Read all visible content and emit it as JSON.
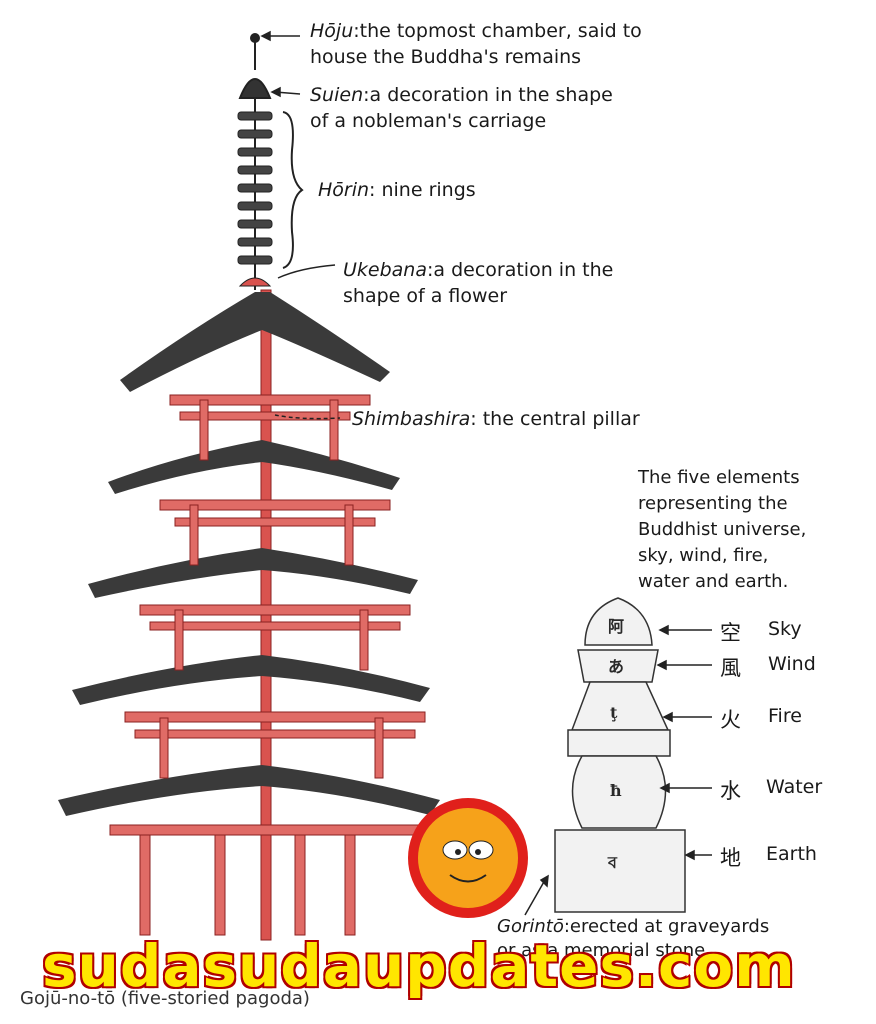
{
  "labels": {
    "hoju": {
      "term": "Hōju",
      "desc_1": ":the  topmost chamber, said to",
      "desc_2": "house the Buddha's remains"
    },
    "suien": {
      "term": "Suien",
      "desc_1": ":a decoration  in the shape",
      "desc_2": "of a nobleman's carriage"
    },
    "horin": {
      "term": "Hōrin",
      "desc_1": ": nine rings"
    },
    "ukebana": {
      "term": "Ukebana",
      "desc_1": ":a decoration  in the",
      "desc_2": "shape of a flower"
    },
    "shimbashira": {
      "term": "Shimbashira",
      "desc_1": ": the  central pillar"
    }
  },
  "five_elements_intro": [
    "The five elements",
    "representing the",
    "Buddhist universe,",
    "sky, wind, fire,",
    "water and earth."
  ],
  "elements": [
    {
      "kanji": "空",
      "name": "Sky"
    },
    {
      "kanji": "風",
      "name": "Wind"
    },
    {
      "kanji": "火",
      "name": "Fire"
    },
    {
      "kanji": "水",
      "name": "Water"
    },
    {
      "kanji": "地",
      "name": "Earth"
    }
  ],
  "gorinto": {
    "term": "Gorintō",
    "desc_1": ":erected   at graveyards",
    "desc_2": "or as a memorial stone"
  },
  "bottom_caption": "Gojū-no-tō (five-storied pagoda)",
  "watermark": "sudasudaupdates.com",
  "colors": {
    "wood_red": "#d9534f",
    "roof_dark": "#3a3a3a",
    "watermark_fill": "#ffe600",
    "watermark_stroke": "#d80000"
  }
}
